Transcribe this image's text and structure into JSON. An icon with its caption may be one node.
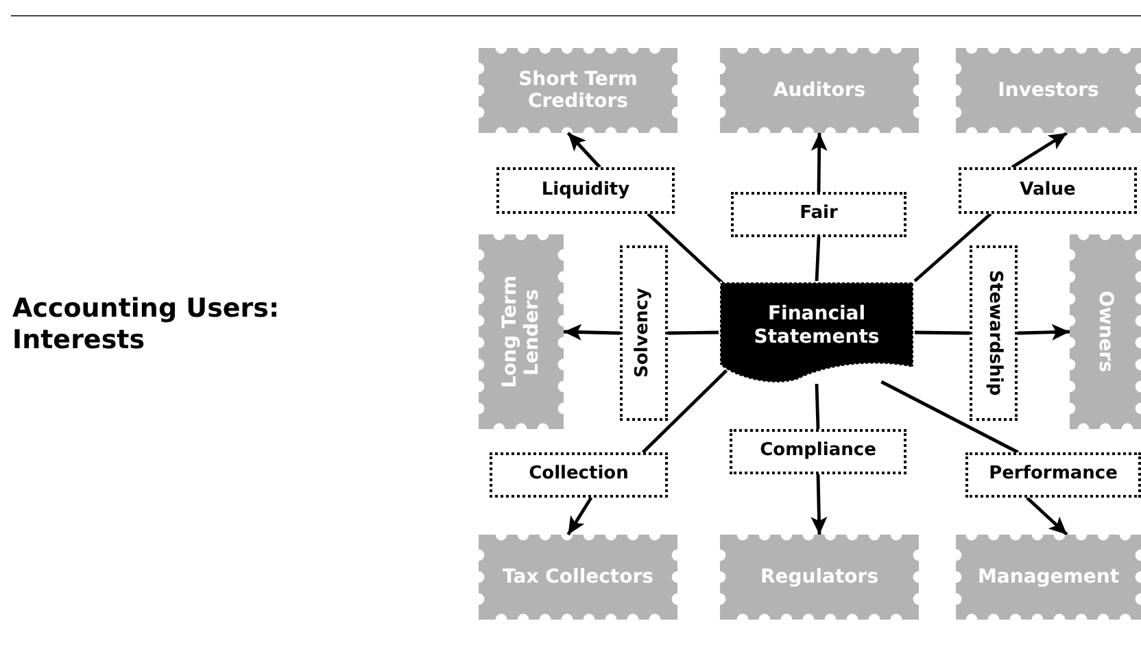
{
  "diagram": {
    "title": "Accounting Users: Interests",
    "nodes": [
      {
        "text": [
          "Short Term Creditors"
        ]
      },
      {
        "text": [
          "Auditors"
        ]
      },
      {
        "text": [
          "Investors"
        ]
      },
      {
        "text": [
          "Liquidity"
        ]
      },
      {
        "text": [
          "Fair"
        ]
      },
      {
        "text": [
          "Value"
        ]
      },
      {
        "text": [
          "Long Term Lenders"
        ]
      },
      {
        "text": [
          "Solvency"
        ]
      },
      {
        "text": [
          "Financial Statements"
        ]
      },
      {
        "text": [
          "Stewardship"
        ]
      },
      {
        "text": [
          "Owners"
        ]
      },
      {
        "text": [
          "Collection"
        ]
      },
      {
        "text": [
          "Compliance"
        ]
      },
      {
        "text": [
          "Performance"
        ]
      },
      {
        "text": [
          "Tax Collectors"
        ]
      },
      {
        "text": [
          "Regulators"
        ]
      },
      {
        "text": [
          "Management"
        ]
      }
    ],
    "edges": [
      {
        "from": 8,
        "to": 3,
        "arrow": "none"
      },
      {
        "from": 3,
        "to": 0,
        "arrow": "to"
      },
      {
        "from": 8,
        "to": 4,
        "arrow": "none"
      },
      {
        "from": 4,
        "to": 1,
        "arrow": "to"
      },
      {
        "from": 8,
        "to": 5,
        "arrow": "none"
      },
      {
        "from": 5,
        "to": 2,
        "arrow": "to"
      },
      {
        "from": 8,
        "to": 7,
        "arrow": "none"
      },
      {
        "from": 7,
        "to": 6,
        "arrow": "to"
      },
      {
        "from": 8,
        "to": 9,
        "arrow": "none"
      },
      {
        "from": 9,
        "to": 10,
        "arrow": "to"
      },
      {
        "from": 8,
        "to": 11,
        "arrow": "none"
      },
      {
        "from": 11,
        "to": 14,
        "arrow": "to"
      },
      {
        "from": 8,
        "to": 12,
        "arrow": "none"
      },
      {
        "from": 12,
        "to": 15,
        "arrow": "to"
      },
      {
        "from": 8,
        "to": 13,
        "arrow": "none"
      },
      {
        "from": 13,
        "to": 16,
        "arrow": "to"
      }
    ]
  }
}
